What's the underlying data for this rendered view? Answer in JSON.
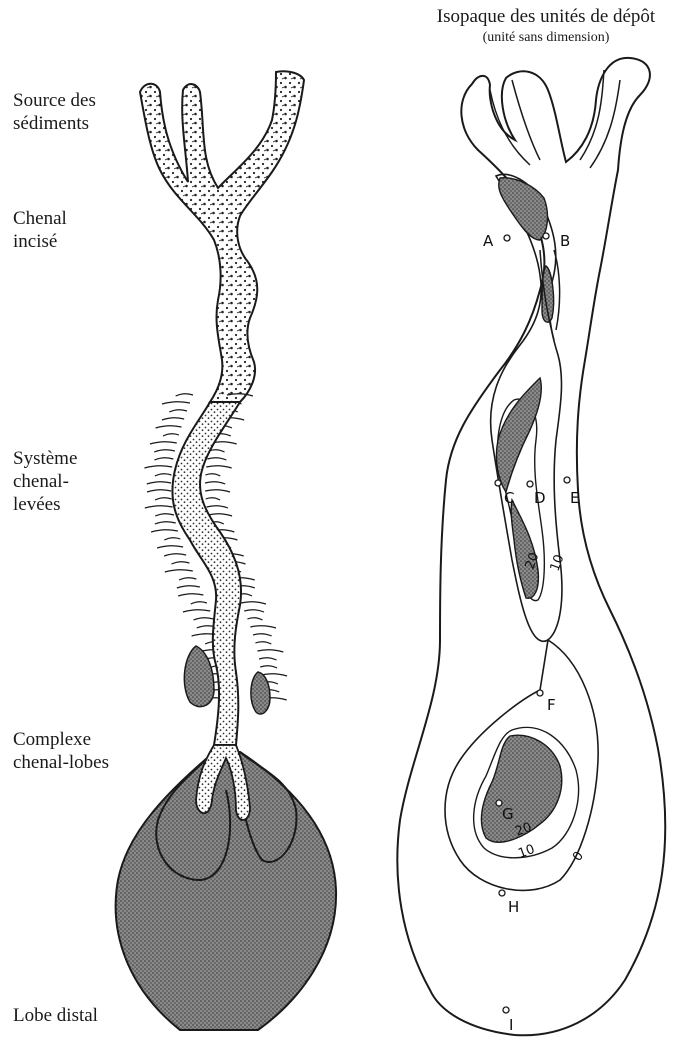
{
  "left_labels": {
    "source": "Source des\nsédiments",
    "chenal_incise": "Chenal\nincisé",
    "systeme": "Système\nchenal-\nlevées",
    "complexe": "Complexe\nchenal-lobes",
    "lobe": "Lobe distal"
  },
  "map": {
    "title": "Isopaque des unités de dépôt",
    "subtitle": "(unité sans dimension)",
    "points": [
      "A",
      "B",
      "C",
      "D",
      "E",
      "F",
      "G",
      "H",
      "I"
    ],
    "contours": [
      "0",
      "10",
      "20"
    ]
  },
  "colors": {
    "ink": "#1a1a1a",
    "fill": "#7d7d7d"
  }
}
